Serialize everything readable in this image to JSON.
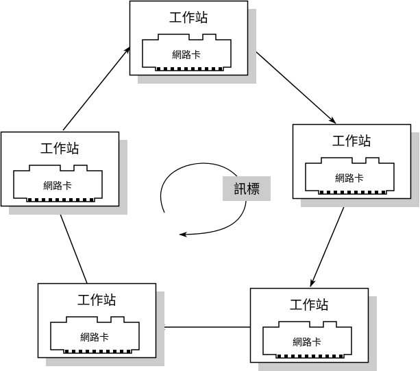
{
  "diagram": {
    "stations": [
      {
        "title": "工作站",
        "card_label": "網路卡"
      },
      {
        "title": "工作站",
        "card_label": "網路卡"
      },
      {
        "title": "工作站",
        "card_label": "網路卡"
      },
      {
        "title": "工作站",
        "card_label": "網路卡"
      },
      {
        "title": "工作站",
        "card_label": "網路卡"
      }
    ],
    "token_label": "訊標",
    "colors": {
      "shadow": "#cccccc",
      "token_box": "#cccccc",
      "line": "#000000"
    }
  }
}
